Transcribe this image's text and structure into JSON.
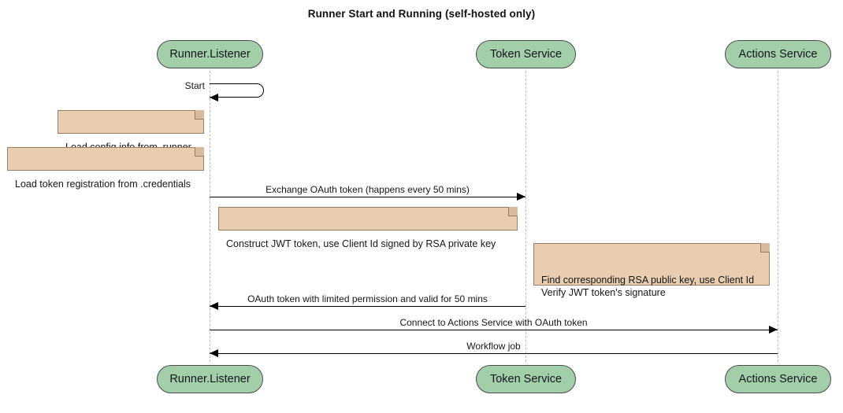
{
  "title": "Runner Start and Running (self-hosted only)",
  "colors": {
    "participant_fill": "#a3ceaa",
    "participant_border": "#4c4c4c",
    "note_fill": "#e8cdb0",
    "note_border": "#9a7e5f",
    "lifeline": "#b9b9b9",
    "line": "#000000",
    "text": "#14161a"
  },
  "participants": [
    {
      "id": "runner",
      "label": "Runner.Listener"
    },
    {
      "id": "token",
      "label": "Token Service"
    },
    {
      "id": "actions",
      "label": "Actions Service"
    }
  ],
  "self_messages": [
    {
      "label": "Start",
      "from": "runner",
      "to": "runner"
    }
  ],
  "notes": [
    {
      "id": "note-load-config",
      "text": "Load config info from .runner",
      "attached_to": "runner"
    },
    {
      "id": "note-load-token",
      "text": "Load token registration from .credentials",
      "attached_to": "runner"
    },
    {
      "id": "note-construct-jwt",
      "text": "Construct JWT token, use Client Id signed by RSA private key",
      "attached_to": "runner"
    },
    {
      "id": "note-verify-jwt",
      "text": "Find corresponding RSA public key, use Client Id\nVerify JWT token's signature",
      "attached_to": "token"
    }
  ],
  "messages": [
    {
      "id": "msg-exchange-oauth",
      "label": "Exchange OAuth token (happens every 50 mins)",
      "from": "runner",
      "to": "token",
      "direction": "right"
    },
    {
      "id": "msg-oauth-token-reply",
      "label": "OAuth token with limited permission and valid for 50 mins",
      "from": "token",
      "to": "runner",
      "direction": "left"
    },
    {
      "id": "msg-connect-actions",
      "label": "Connect to Actions Service with OAuth token",
      "from": "runner",
      "to": "actions",
      "direction": "right"
    },
    {
      "id": "msg-workflow-job",
      "label": "Workflow job",
      "from": "actions",
      "to": "runner",
      "direction": "left"
    }
  ]
}
